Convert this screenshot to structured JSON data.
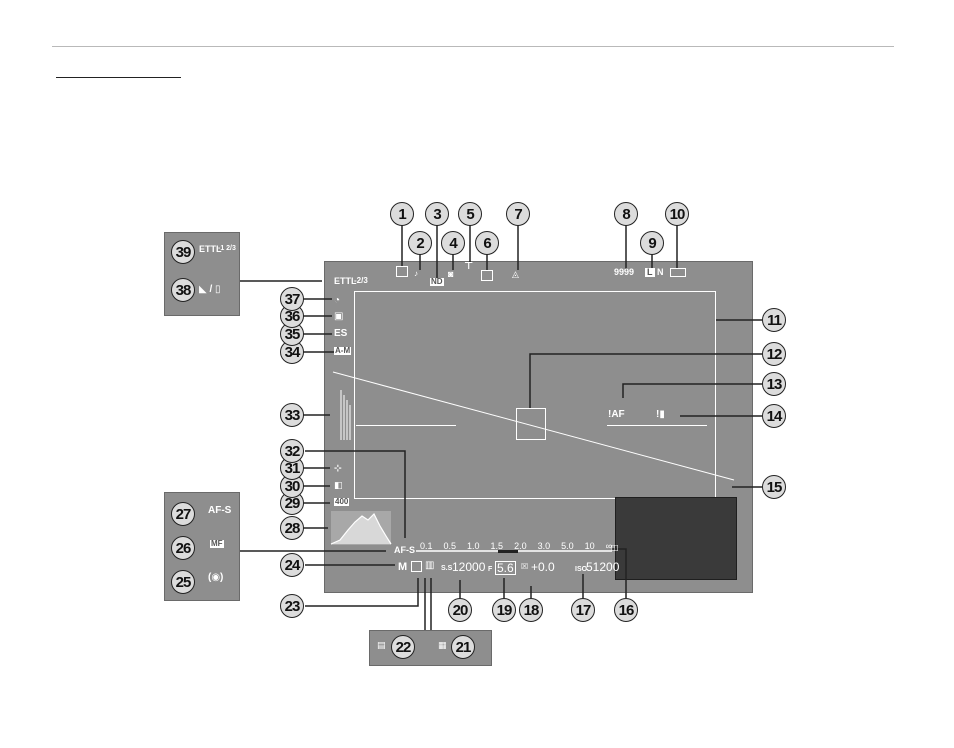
{
  "top_indicators": {
    "shots_remaining": "9999",
    "nd": "ND",
    "image_size": "L",
    "image_quality": "N"
  },
  "left_indicators": {
    "flash_mode": "ETTL",
    "flash_comp": "-2/3",
    "electronic_shutter": "ES",
    "a_m": "A-M"
  },
  "right_indicators": {
    "af_warning": "!AF"
  },
  "bottom_indicators": {
    "focus_mode": "AF-S",
    "exposure_mode": "M",
    "shutter_prefix": "S.S",
    "shutter_speed": "12000",
    "aperture_prefix": "F",
    "aperture": "5.6",
    "exposure_comp": "+0.0",
    "iso_prefix": "ISO",
    "iso": "51200",
    "film_sim": "400"
  },
  "distance_scale": [
    "0.1",
    "0.5",
    "1.0",
    "1.5",
    "2.0",
    "3.0",
    "5.0",
    "10",
    "∞"
  ],
  "panel_focus": {
    "af_s": "AF-S",
    "mf": "MF"
  },
  "panel_flash": {
    "flash_label": "ETTL",
    "flash_comp": "-1 2/3"
  },
  "callouts": [
    "1",
    "2",
    "3",
    "4",
    "5",
    "6",
    "7",
    "8",
    "9",
    "10",
    "11",
    "12",
    "13",
    "14",
    "15",
    "16",
    "17",
    "18",
    "19",
    "20",
    "21",
    "22",
    "23",
    "24",
    "25",
    "26",
    "27",
    "28",
    "29",
    "30",
    "31",
    "32",
    "33",
    "34",
    "35",
    "36",
    "37",
    "38",
    "39"
  ],
  "colors": {
    "screen": "#8e8e8e",
    "badge": "#dcdcdc",
    "line": "#222222"
  }
}
